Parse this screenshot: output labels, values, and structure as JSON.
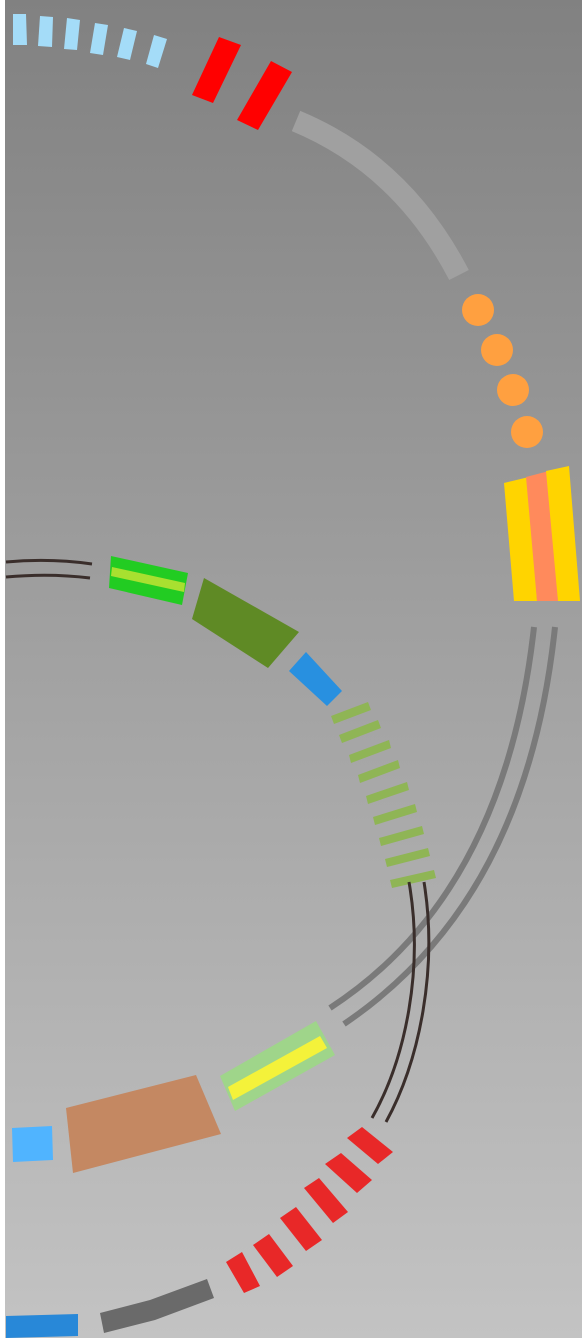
{
  "artwork": {
    "colors": {
      "background_top": "#818181",
      "background_bottom": "#c3c3c3",
      "sky_blue": "#a4dcf8",
      "red": "#ff0000",
      "gray_arc": "#a0a0a0",
      "orange": "#ffa040",
      "gold": "#ffd400",
      "salmon": "#ff8a5c",
      "dark_track": "#3a2e2b",
      "gray_track": "#7a7a7a",
      "green_bright": "#22cc22",
      "green_light": "#a8e030",
      "olive": "#5f8a25",
      "blue": "#2890e0",
      "green_stripe": "#8fb555",
      "pale_green": "#9fd58a",
      "yellow": "#f4f23a",
      "brown": "#c48862",
      "light_blue": "#50b4ff",
      "crimson": "#e82828",
      "dark_gray": "#6a6a6a",
      "bottom_blue": "#2888d8"
    },
    "elements": [
      "light-blue-dashes",
      "red-blocks",
      "gray-arc",
      "orange-dots",
      "gold-salmon-striped-band",
      "gray-double-track",
      "dark-double-track-left",
      "green-double-band",
      "olive-block",
      "blue-block",
      "green-stripes",
      "dark-double-track-right",
      "pale-green-yellow-band",
      "brown-block",
      "light-blue-square",
      "crimson-stripes",
      "dark-gray-arc",
      "blue-bottom-bar"
    ]
  }
}
